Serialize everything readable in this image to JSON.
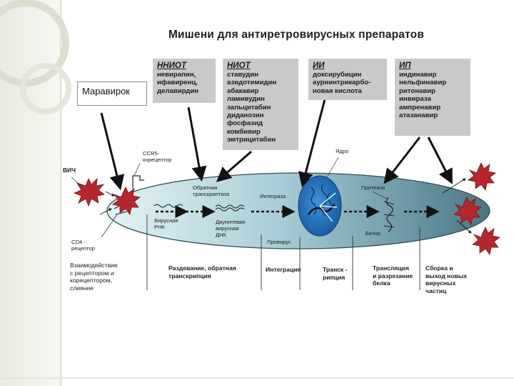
{
  "title": "Мишени для антиретровирусных препаратов",
  "drug_boxes": [
    {
      "header": "ННИОТ",
      "items": [
        "невирапин,",
        "ифавиренц,",
        "делавирдин"
      ]
    },
    {
      "header": "НИОТ",
      "items": [
        "ставудин",
        "азидотимидин",
        "абакавир",
        "ламивудин",
        "зальцитабин",
        "диданозин",
        "фосфазид",
        "комбивир",
        "эмтрицитабин"
      ]
    },
    {
      "header": "ИИ",
      "items": [
        "доксирубицин",
        "аурнинтрикарбо-",
        "новая кислота"
      ]
    },
    {
      "header": "ИП",
      "items": [
        "индинавир",
        "нельфинавир",
        "ритонавир",
        "инвираза",
        "ампренавир",
        "атазанавир"
      ]
    }
  ],
  "maraviroc_label": "Маравирок",
  "labels": {
    "hiv": "ВИЧ",
    "ccr5_line1": "CCR5-",
    "ccr5_line2": "корецептор",
    "cd4_line1": "CD4 -",
    "cd4_line2": "рецептор",
    "rt_line1": "Обратная",
    "rt_line2": "транскриптаза",
    "integrase": "Интеграза",
    "nucleus": "Ядро",
    "protease": "Протеаза",
    "viral_rna_line1": "Вирусная",
    "viral_rna_line2": "РНК",
    "ds_dna_line1": "Двунитевая",
    "ds_dna_line2": "вирусная",
    "ds_dna_line3": "ДНК",
    "provirus": "Провирус",
    "protein": "Белок"
  },
  "stages": [
    {
      "lines": [
        "Взаимодействие",
        "с рецептором и",
        "корецептором,",
        "слияние"
      ]
    },
    {
      "lines": [
        "Раздевание, обратная",
        "транскрипция"
      ]
    },
    {
      "lines": [
        "Интеграция"
      ]
    },
    {
      "lines": [
        "Транск -",
        "рипция"
      ]
    },
    {
      "lines": [
        "Трансляция",
        "и разрезание",
        "белка"
      ]
    },
    {
      "lines": [
        "Сборка и",
        "выход новых",
        "вирусных",
        "частиц"
      ]
    }
  ],
  "colors": {
    "cell_light": "#d9eef3",
    "cell_dark": "#4f7e8c",
    "nucleus": "#1f6fb8",
    "virus": "#b3272d",
    "box_gray": "#c9c9c9",
    "arrow": "#111111",
    "frame_ring": "#d8dccb"
  }
}
